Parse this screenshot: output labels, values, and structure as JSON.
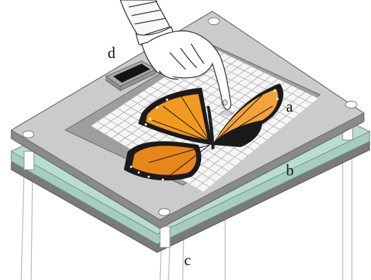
{
  "labels": {
    "a": "a",
    "b": "b",
    "c": "c",
    "d": "d"
  },
  "colors": {
    "top_plate": "#c8c8c8",
    "top_plate_edge": "#7d7d7d",
    "glass_plate": "#b9ddcf",
    "glass_edge": "#6f8f84",
    "bottom_edge": "#6a6a6a",
    "grid_line": "#a8a8a8",
    "wing_orange": "#f29a1e",
    "wing_dark": "#1a1a1a",
    "glove": "#ffffff",
    "outline": "#333333"
  },
  "icons": {
    "sensor": "sensor-window-icon",
    "hand": "gloved-hand-icon",
    "specimen": "butterfly-icon"
  }
}
